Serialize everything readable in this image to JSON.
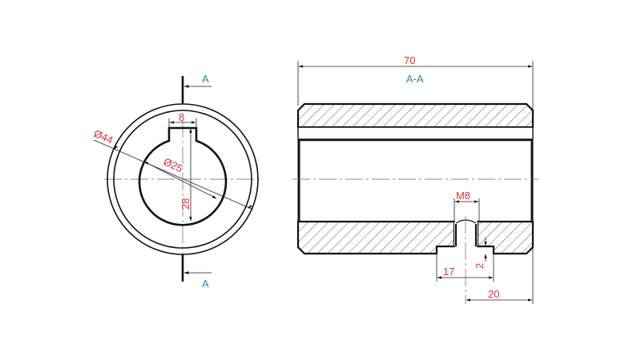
{
  "drawing": {
    "type": "technical-drawing",
    "colors": {
      "dimension_text": "#e0303a",
      "section_label": "#2f7fb5",
      "line": "#111111",
      "background": "#ffffff"
    },
    "front_view": {
      "section_marker_top": "A",
      "section_marker_bottom": "A",
      "dimensions": {
        "outer_diameter": "Ø44",
        "bore_diameter": "Ø25",
        "keyway_width": "8",
        "keyway_depth": "28"
      }
    },
    "section_view": {
      "title": "A-A",
      "dimensions": {
        "overall_length": "70",
        "thread": "M8",
        "counterbore_width": "17",
        "counterbore_depth": "2",
        "hole_position": "20"
      }
    }
  }
}
